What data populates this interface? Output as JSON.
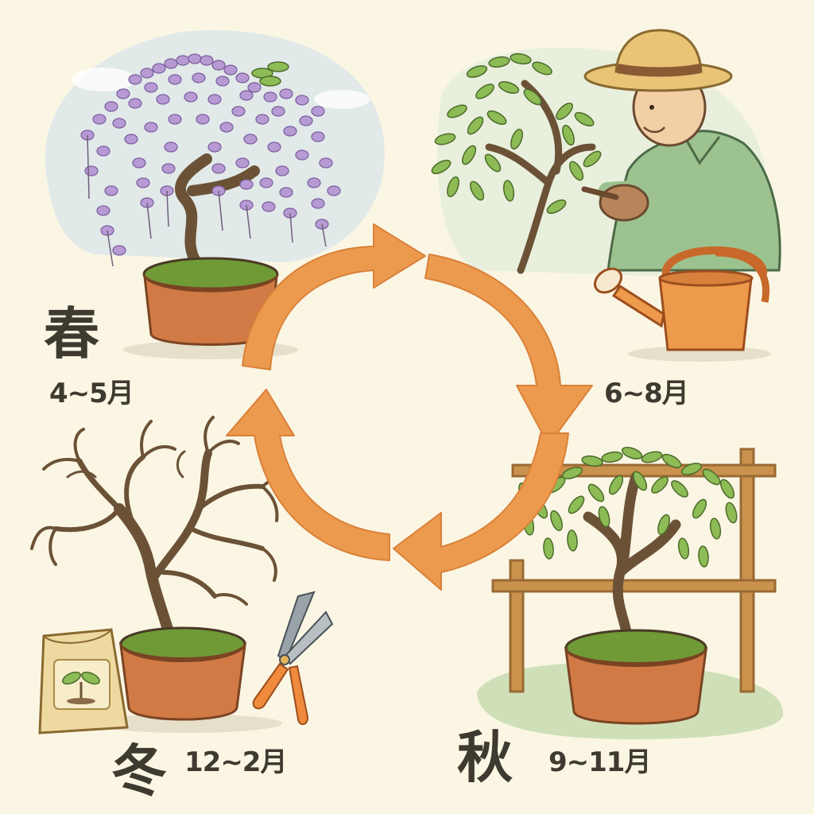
{
  "seasons": {
    "spring": {
      "label": "春",
      "months": "4~5月"
    },
    "summer": {
      "months": "6~8月"
    },
    "autumn": {
      "label": "秋",
      "months": "9~11月"
    },
    "winter": {
      "label": "冬",
      "months": "12~2月"
    }
  },
  "colors": {
    "background": "#fbf6e4",
    "arrow": "#ec9a4e",
    "pot": "#d27a45",
    "wisteria": "#a886c8",
    "leaf": "#8dbb55",
    "trunk": "#6b5236",
    "moss": "#6f9a36",
    "text": "#3e3a30"
  },
  "icons": {
    "spring": "wisteria-bonsai-icon",
    "summer": "gardener-pruning-icon",
    "summer_tool": "watering-can-icon",
    "autumn": "trellis-bonsai-icon",
    "winter": "bare-bonsai-icon",
    "winter_tool_1": "fertilizer-bag-icon",
    "winter_tool_2": "pruning-shears-icon",
    "cycle": "cycle-arrows-icon"
  }
}
